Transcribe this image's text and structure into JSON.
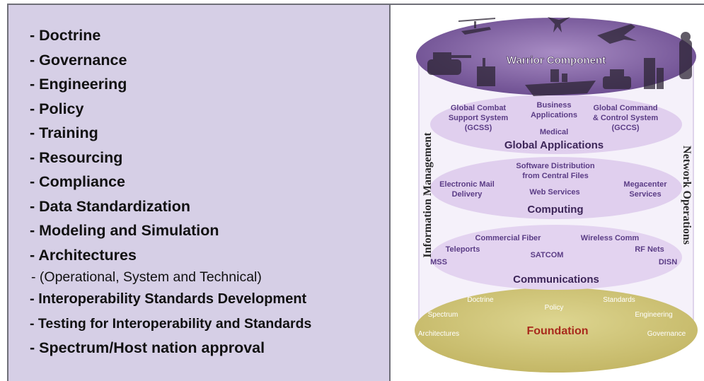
{
  "list_items": [
    {
      "text": "- Doctrine"
    },
    {
      "text": "- Governance"
    },
    {
      "text": "- Engineering"
    },
    {
      "text": "- Policy"
    },
    {
      "text": "- Training"
    },
    {
      "text": "- Resourcing"
    },
    {
      "text": "- Compliance"
    },
    {
      "text": "- Data Standardization"
    },
    {
      "text": "- Modeling and Simulation"
    },
    {
      "text": "- Architectures"
    },
    {
      "text": "- (Operational, System and Technical)"
    },
    {
      "text": "- Interoperability Standards Development"
    },
    {
      "text": "- Testing for Interoperability and Standards"
    },
    {
      "text": "- Spectrum/Host nation approval"
    }
  ],
  "diagram": {
    "side_left": "Information Management",
    "side_right": "Network Operations",
    "warrior": {
      "title": "Warrior Component"
    },
    "global_apps": {
      "title": "Global Applications",
      "gcss_1": "Global Combat",
      "gcss_2": "Support System",
      "gcss_3": "(GCSS)",
      "biz_1": "Business",
      "biz_2": "Applications",
      "gccs_1": "Global Command",
      "gccs_2": "& Control System",
      "gccs_3": "(GCCS)",
      "medical": "Medical"
    },
    "computing": {
      "title": "Computing",
      "sw_1": "Software Distribution",
      "sw_2": "from Central Files",
      "email_1": "Electronic Mail",
      "email_2": "Delivery",
      "web": "Web Services",
      "mega_1": "Megacenter",
      "mega_2": "Services"
    },
    "communications": {
      "title": "Communications",
      "fiber": "Commercial Fiber",
      "wireless": "Wireless Comm",
      "teleports": "Teleports",
      "rfnets": "RF Nets",
      "mss": "MSS",
      "satcom": "SATCOM",
      "disn": "DISN"
    },
    "foundation": {
      "title": "Foundation",
      "doctrine": "Doctrine",
      "standards": "Standards",
      "policy": "Policy",
      "spectrum": "Spectrum",
      "engineering": "Engineering",
      "architectures": "Architectures",
      "governance": "Governance"
    }
  },
  "colors": {
    "panel": "#d6cfe6",
    "warrior": "#7a5d9c",
    "band": "#dcc9ec",
    "foundation": "#d2c87a",
    "foundation_title": "#a82a1c",
    "label": "#5b3d86"
  }
}
